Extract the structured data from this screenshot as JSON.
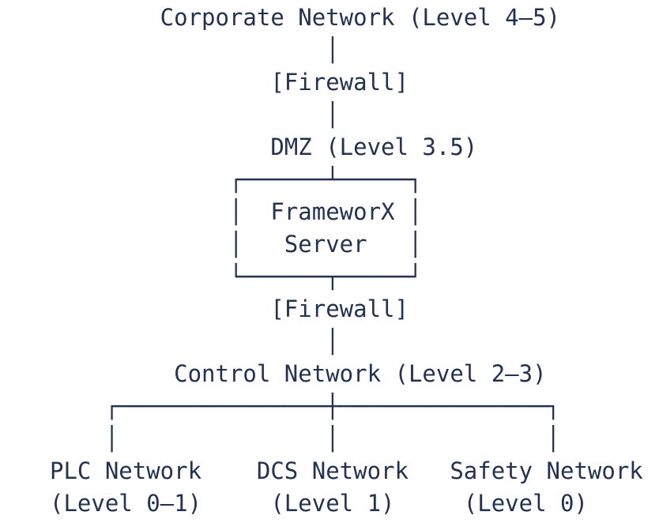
{
  "colors": {
    "text": "#233251",
    "background": "#ffffff"
  },
  "diagram": {
    "description": "Network architecture diagram (ASCII art)",
    "lines": [
      "        Corporate Network (Level 4–5)",
      "                    │",
      "                [Firewall]",
      "                    │",
      "                DMZ (Level 3.5)",
      "             ┌──────┴─────┐",
      "             │  FrameworX │",
      "             │   Server   │",
      "             └──────┬─────┘",
      "                [Firewall]",
      "                    │",
      "         Control Network (Level 2–3)",
      "    ┌───────────────┼───────────────┐",
      "    │               │               │",
      "PLC Network    DCS Network   Safety Network",
      "(Level 0–1)     (Level 1)     (Level 0)"
    ]
  }
}
